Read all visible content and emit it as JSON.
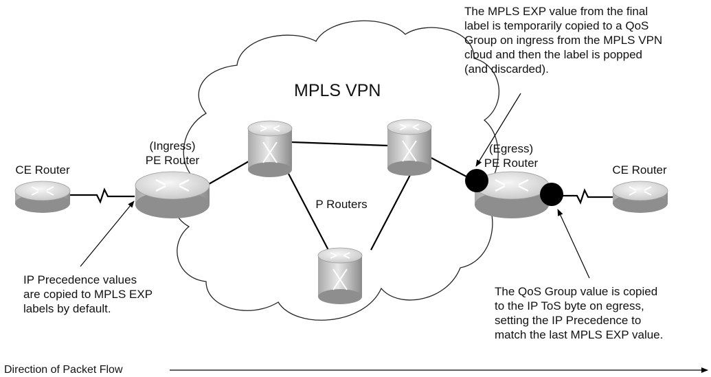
{
  "cloud_label": "MPLS VPN",
  "routers": {
    "ce_left": "CE Router",
    "pe_ingress": "(Ingress)\nPE Router",
    "p_routers": "P Routers",
    "pe_egress": "(Egress)\nPE Router",
    "ce_right": "CE Router"
  },
  "annotations": {
    "ingress_note": "IP Precedence values\nare copied to MPLS EXP\nlabels by default.",
    "egress_in_note": "The MPLS EXP value from the final\nlabel is temporarily copied to a QoS\nGroup on ingress from the MPLS VPN\ncloud and then the label is popped\n(and discarded).",
    "egress_out_note": "The QoS Group value is copied\nto the IP ToS byte on egress,\nsetting the IP Precedence to\nmatch the last MPLS EXP value."
  },
  "flow_label": "Direction of Packet Flow",
  "colors": {
    "router_light": "#e6e6e6",
    "router_dark": "#8c8c8c",
    "marker": "#000000"
  }
}
